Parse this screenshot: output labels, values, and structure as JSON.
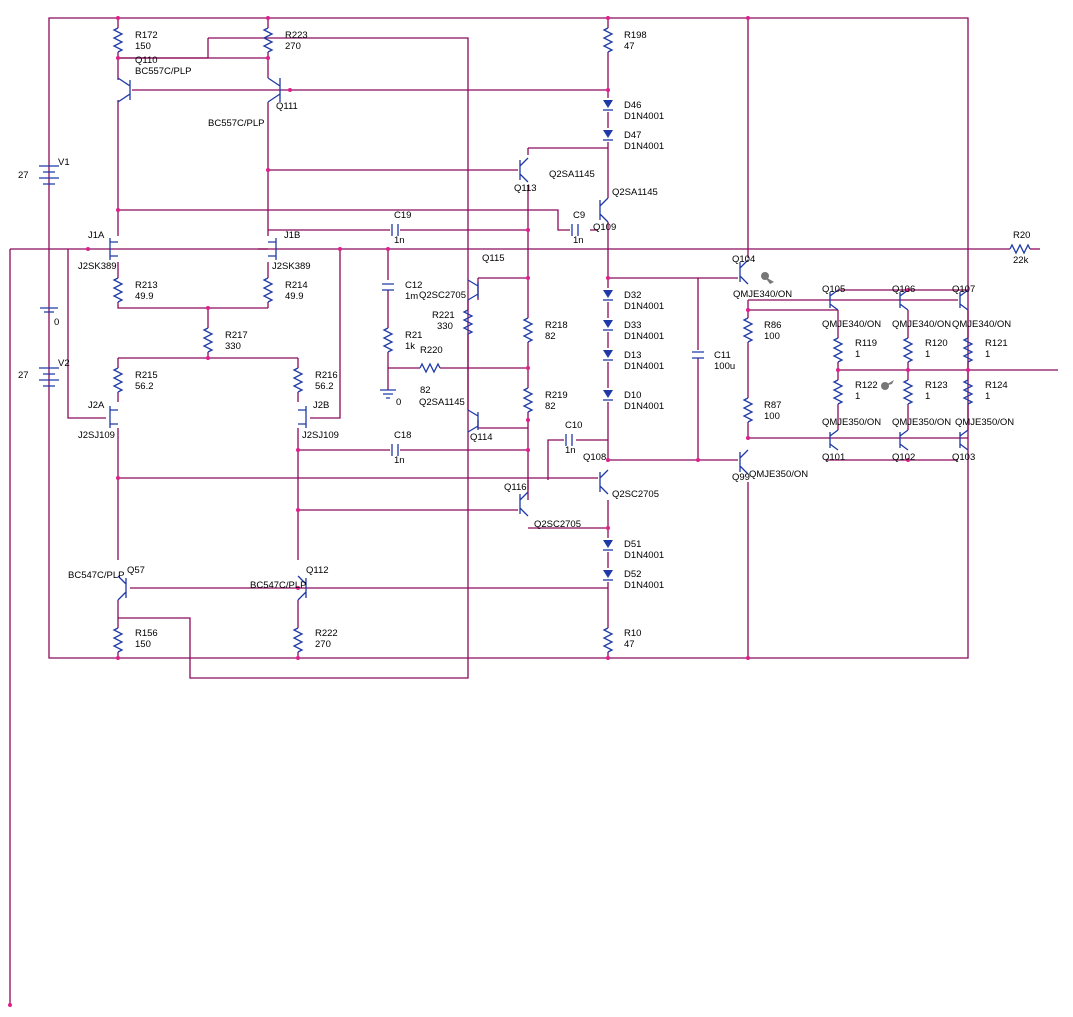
{
  "resistors": [
    {
      "ref": "R172",
      "val": "150"
    },
    {
      "ref": "R223",
      "val": "270"
    },
    {
      "ref": "R198",
      "val": "47"
    },
    {
      "ref": "R213",
      "val": "49.9"
    },
    {
      "ref": "R214",
      "val": "49.9"
    },
    {
      "ref": "R217",
      "val": "330"
    },
    {
      "ref": "R215",
      "val": "56.2"
    },
    {
      "ref": "R216",
      "val": "56.2"
    },
    {
      "ref": "R221",
      "val": "330"
    },
    {
      "ref": "R218",
      "val": "82"
    },
    {
      "ref": "R219",
      "val": "82"
    },
    {
      "ref": "R220",
      "val": "82"
    },
    {
      "ref": "R21",
      "val": "1k"
    },
    {
      "ref": "R156",
      "val": "150"
    },
    {
      "ref": "R222",
      "val": "270"
    },
    {
      "ref": "R10",
      "val": "47"
    },
    {
      "ref": "R86",
      "val": "100"
    },
    {
      "ref": "R87",
      "val": "100"
    },
    {
      "ref": "R119",
      "val": "1"
    },
    {
      "ref": "R120",
      "val": "1"
    },
    {
      "ref": "R121",
      "val": "1"
    },
    {
      "ref": "R122",
      "val": "1"
    },
    {
      "ref": "R123",
      "val": "1"
    },
    {
      "ref": "R124",
      "val": "1"
    },
    {
      "ref": "R20",
      "val": "22k"
    }
  ],
  "capacitors": [
    {
      "ref": "C19",
      "val": "1n"
    },
    {
      "ref": "C9",
      "val": "1n"
    },
    {
      "ref": "C12",
      "val": "1m"
    },
    {
      "ref": "C18",
      "val": "1n"
    },
    {
      "ref": "C10",
      "val": "1n"
    },
    {
      "ref": "C11",
      "val": "100u"
    }
  ],
  "diodes": [
    {
      "ref": "D46",
      "val": "D1N4001"
    },
    {
      "ref": "D47",
      "val": "D1N4001"
    },
    {
      "ref": "D32",
      "val": "D1N4001"
    },
    {
      "ref": "D33",
      "val": "D1N4001"
    },
    {
      "ref": "D13",
      "val": "D1N4001"
    },
    {
      "ref": "D10",
      "val": "D1N4001"
    },
    {
      "ref": "D51",
      "val": "D1N4001"
    },
    {
      "ref": "D52",
      "val": "D1N4001"
    }
  ],
  "transistors": [
    {
      "ref": "Q110",
      "val": "BC557C/PLP"
    },
    {
      "ref": "Q111",
      "val": "BC557C/PLP"
    },
    {
      "ref": "J1A",
      "val": "J2SK389"
    },
    {
      "ref": "J1B",
      "val": "J2SK389"
    },
    {
      "ref": "J2A",
      "val": "J2SJ109"
    },
    {
      "ref": "J2B",
      "val": "J2SJ109"
    },
    {
      "ref": "Q57",
      "val": "BC547C/PLP"
    },
    {
      "ref": "Q112",
      "val": "BC547C/PLP"
    },
    {
      "ref": "Q113",
      "val": "Q2SA1145"
    },
    {
      "ref": "Q109",
      "val": "Q2SA1145"
    },
    {
      "ref": "Q115",
      "val": "Q2SC2705"
    },
    {
      "ref": "Q114",
      "val": "Q2SA1145"
    },
    {
      "ref": "Q116",
      "val": "Q2SC2705"
    },
    {
      "ref": "Q108",
      "val": "Q2SC2705"
    },
    {
      "ref": "Q104",
      "val": "QMJE340/ON"
    },
    {
      "ref": "Q99",
      "val": "QMJE350/ON"
    },
    {
      "ref": "Q105",
      "val": "QMJE340/ON"
    },
    {
      "ref": "Q106",
      "val": "QMJE340/ON"
    },
    {
      "ref": "Q107",
      "val": "QMJE340/ON"
    },
    {
      "ref": "Q101",
      "val": "QMJE350/ON"
    },
    {
      "ref": "Q102",
      "val": "QMJE350/ON"
    },
    {
      "ref": "Q103",
      "val": "QMJE350/ON"
    }
  ],
  "sources": [
    {
      "ref": "V1",
      "val": "27"
    },
    {
      "ref": "V2",
      "val": "27"
    }
  ],
  "ground_labels": [
    "0",
    "0"
  ]
}
